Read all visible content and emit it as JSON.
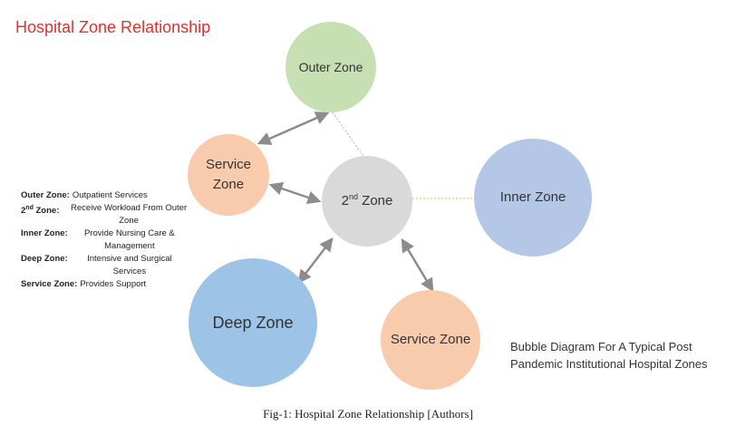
{
  "title": "Hospital Zone Relationship",
  "bubbles": {
    "outer": {
      "label": "Outer Zone",
      "color": "#c6e0b4"
    },
    "service_top": {
      "line1": "Service",
      "line2": "Zone",
      "color": "#f8cbad"
    },
    "second": {
      "prefix": "2",
      "sup": "nd",
      "suffix": " Zone",
      "color": "#d9d9d9"
    },
    "inner": {
      "label": "Inner Zone",
      "color": "#b4c7e7"
    },
    "deep": {
      "label": "Deep Zone",
      "color": "#9dc3e6"
    },
    "service_bottom": {
      "label": "Service Zone",
      "color": "#f8cbad"
    }
  },
  "legend": {
    "outer": {
      "key": "Outer Zone:",
      "value": "Outpatient Services"
    },
    "second": {
      "key_prefix": "2",
      "key_sup": "nd",
      "key_suffix": " Zone:",
      "value": "Receive Workload From Outer Zone"
    },
    "inner": {
      "key": "Inner Zone:",
      "value": "Provide Nursing Care & Management"
    },
    "deep": {
      "key": "Deep Zone:",
      "value": "Intensive and Surgical Services"
    },
    "service": {
      "key": "Service Zone:",
      "value": "Provides Support"
    }
  },
  "subtitle": {
    "line1": "Bubble Diagram For A Typical Post",
    "line2": "Pandemic Institutional Hospital Zones"
  },
  "caption": "Fig-1: Hospital Zone Relationship [Authors]",
  "colors": {
    "title": "#e0312c",
    "arrow": "#8c8c8c",
    "dotted_gray": "#b0b0b0",
    "dotted_yellow": "#e6c229"
  }
}
